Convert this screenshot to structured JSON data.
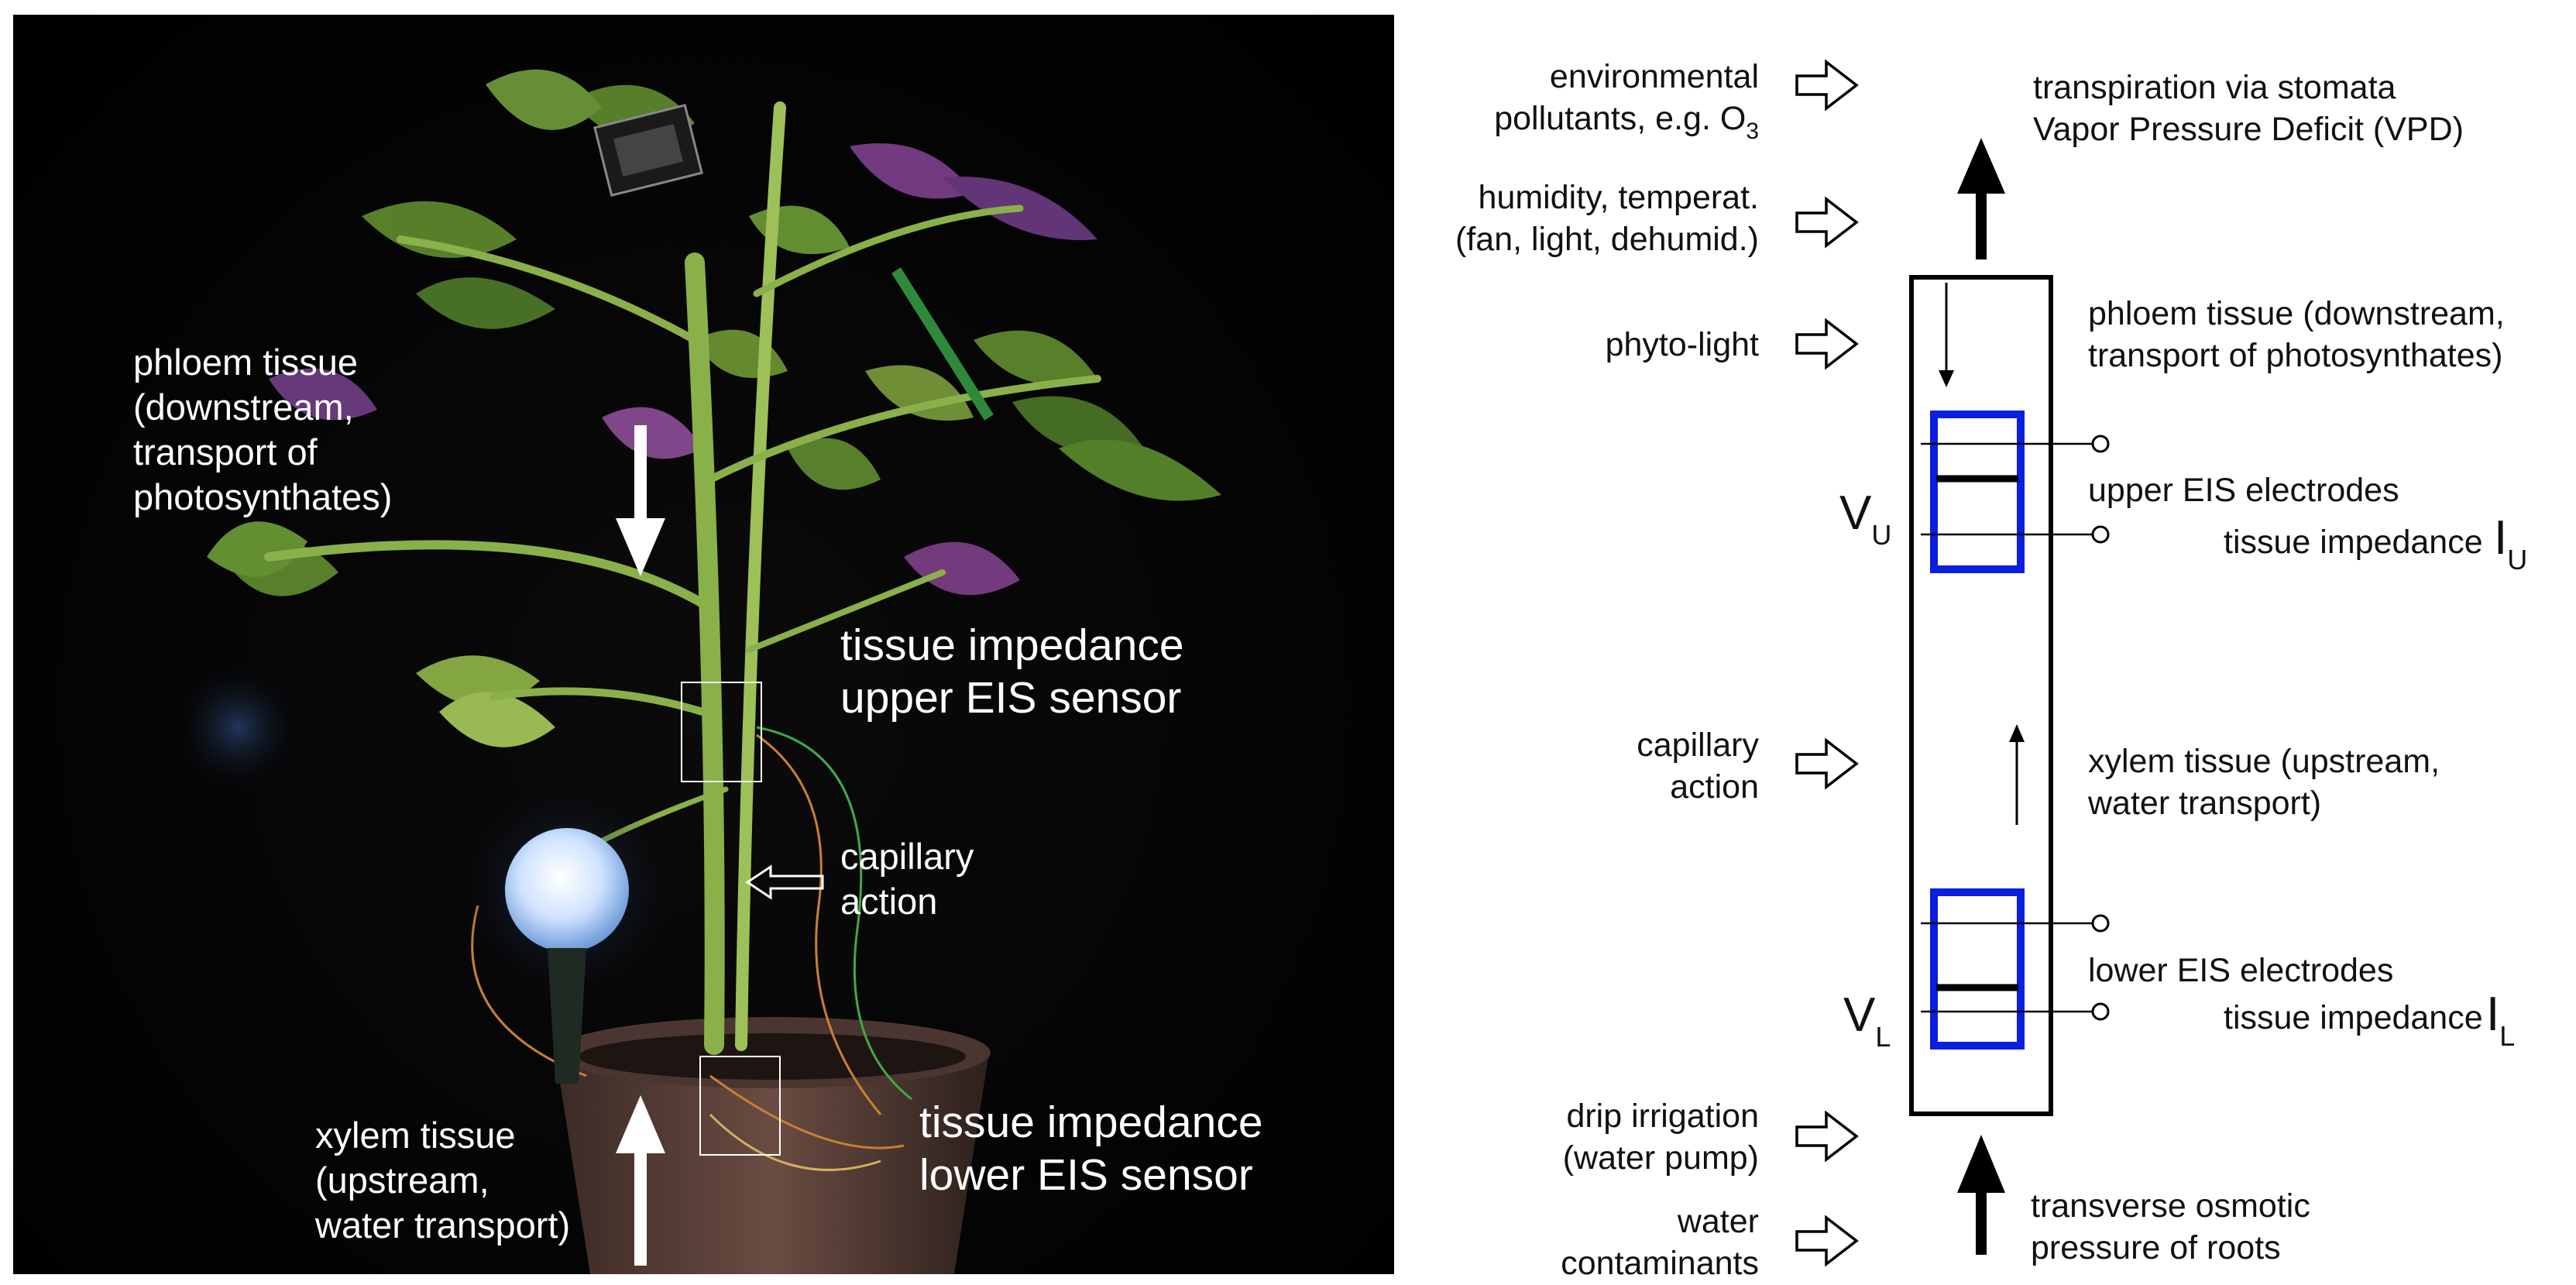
{
  "photo": {
    "phloem_label": [
      "phloem tissue",
      "(downstream,",
      "transport of",
      "photosynthates)"
    ],
    "upper_sensor_label": [
      "tissue impedance",
      "upper EIS sensor"
    ],
    "capillary_label": [
      "capillary",
      "action"
    ],
    "xylem_label": [
      "xylem tissue",
      "(upstream,",
      "water transport)"
    ],
    "lower_sensor_label": [
      "tissue impedance",
      "lower EIS sensor"
    ]
  },
  "diagram": {
    "inputs": {
      "pollutants": [
        "environmental",
        "pollutants, e.g. O"
      ],
      "pollutants_sub": "3",
      "humidity": [
        "humidity, temperat.",
        "(fan, light, dehumid.)"
      ],
      "phyto_light": "phyto-light",
      "capillary": [
        "capillary",
        "action"
      ],
      "drip": [
        "drip irrigation",
        "(water pump)"
      ],
      "contaminants": [
        "water",
        "contaminants"
      ]
    },
    "top": [
      "transpiration via stomata",
      "Vapor Pressure Deficit (VPD)"
    ],
    "phloem": [
      "phloem tissue (downstream,",
      "transport of photosynthates)"
    ],
    "upper_electrodes": "upper EIS electrodes",
    "upper_impedance": "tissue impedance",
    "upper_current": {
      "symbol": "I",
      "sub": "U"
    },
    "upper_voltage": {
      "symbol": "V",
      "sub": "U"
    },
    "xylem": [
      "xylem tissue (upstream,",
      "water transport)"
    ],
    "lower_electrodes": "lower EIS electrodes",
    "lower_impedance": "tissue impedance",
    "lower_current": {
      "symbol": "I",
      "sub": "L"
    },
    "lower_voltage": {
      "symbol": "V",
      "sub": "L"
    },
    "bottom": [
      "transverse osmotic",
      "pressure of roots"
    ]
  },
  "colors": {
    "electrode_box": "#0a1fe0",
    "photo_bg": "#000000",
    "leaf": "#5f8a2e",
    "bulb": "#cfe3ff"
  }
}
